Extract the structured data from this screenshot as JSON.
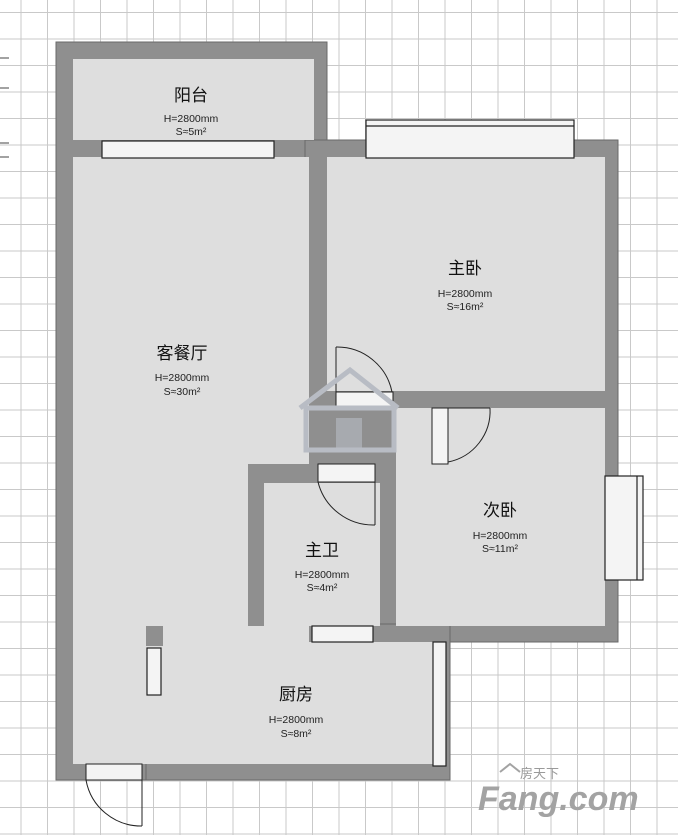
{
  "rooms": [
    {
      "id": "balcony",
      "name": "阳台",
      "height": "H=2800mm",
      "area": "S≈5m²"
    },
    {
      "id": "master-bedroom",
      "name": "主卧",
      "height": "H=2800mm",
      "area": "S≈16m²"
    },
    {
      "id": "living-dining",
      "name": "客餐厅",
      "height": "H=2800mm",
      "area": "S≈30m²"
    },
    {
      "id": "second-bedroom",
      "name": "次卧",
      "height": "H=2800mm",
      "area": "S≈11m²"
    },
    {
      "id": "master-bathroom",
      "name": "主卫",
      "height": "H=2800mm",
      "area": "S≈4m²"
    },
    {
      "id": "kitchen",
      "name": "厨房",
      "height": "H=2800mm",
      "area": "S≈8m²"
    }
  ],
  "watermark": {
    "text": "",
    "icon": "house-logo-icon"
  },
  "brand": {
    "cn": "房天下",
    "en": "Fang.com",
    "icon": "fang-logo-icon"
  },
  "colors": {
    "wall": "#8f8f8f",
    "floor": "#dedede",
    "window": "#f4f4f4",
    "grid": "#c9c9c9",
    "watermark": "#b8bcc4"
  }
}
